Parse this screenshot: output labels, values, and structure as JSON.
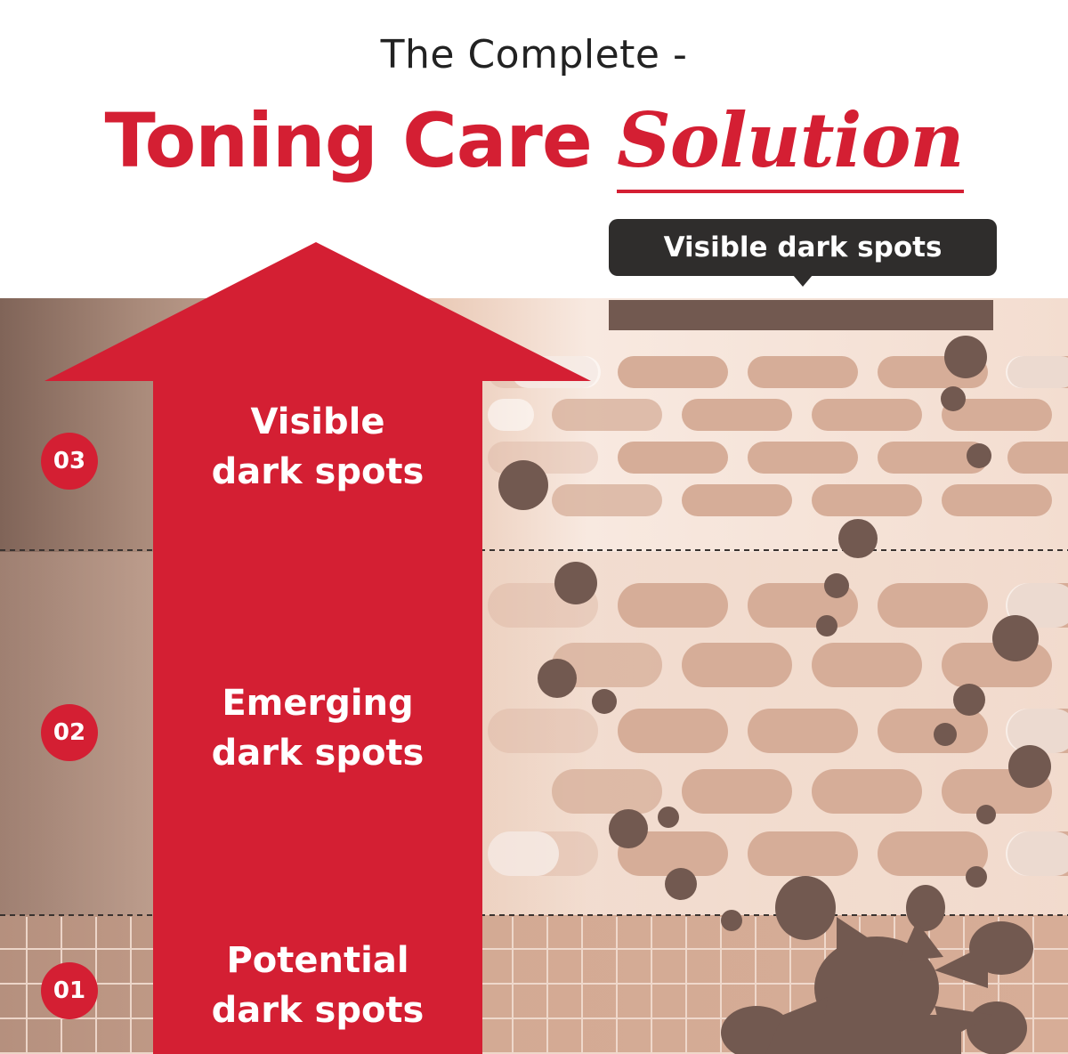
{
  "header": {
    "subtitle": "The Complete -",
    "title_main": "Toning Care",
    "title_emphasis": "Solution"
  },
  "callout": {
    "text": "Visible dark spots"
  },
  "stages": [
    {
      "number": "03",
      "line1": "Visible",
      "line2": "dark spots"
    },
    {
      "number": "02",
      "line1": "Emerging",
      "line2": "dark spots"
    },
    {
      "number": "01",
      "line1": "Potential",
      "line2": "dark spots"
    }
  ],
  "colors": {
    "brand_red": "#d41f33",
    "callout_bg": "#2f2d2c",
    "spot_brown": "#725950",
    "skin_pill": "#d6ad98",
    "skin_base": "#e9c6b0"
  },
  "icons": {
    "arrow": "up-arrow",
    "spots": "dark-spot"
  }
}
